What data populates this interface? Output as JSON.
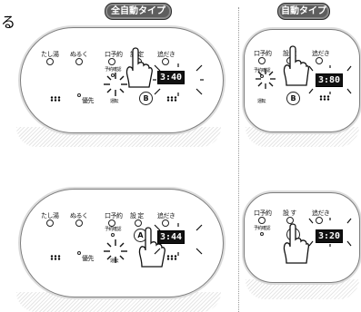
{
  "badges": {
    "full_auto": "全自動タイプ",
    "auto": "自動タイプ"
  },
  "fragment_char": "る",
  "panels": {
    "full_auto_top": {
      "buttons": [
        "たし湯",
        "ぬるく",
        "口予約",
        "設 定",
        "追だき"
      ],
      "reserve_label": "予約確認",
      "priority_label": "優先",
      "run_label": "運転",
      "key": "B",
      "display": "3:40"
    },
    "auto_top": {
      "buttons": [
        "口予約",
        "設 定",
        "追だき"
      ],
      "reserve_label": "予約確認",
      "run_label": "運転",
      "key": "B",
      "display": "3:80"
    },
    "full_auto_bottom": {
      "buttons": [
        "たし湯",
        "ぬるく",
        "口予約",
        "設 定",
        "追だき"
      ],
      "reserve_label": "予約確認",
      "priority_label": "優先",
      "run_label": "運転",
      "key": "A",
      "display": "3:44"
    },
    "auto_bottom": {
      "buttons": [
        "口予約",
        "設 す",
        "追だき"
      ],
      "reserve_label": "予約確認",
      "key": "A",
      "display": "3:20"
    }
  }
}
